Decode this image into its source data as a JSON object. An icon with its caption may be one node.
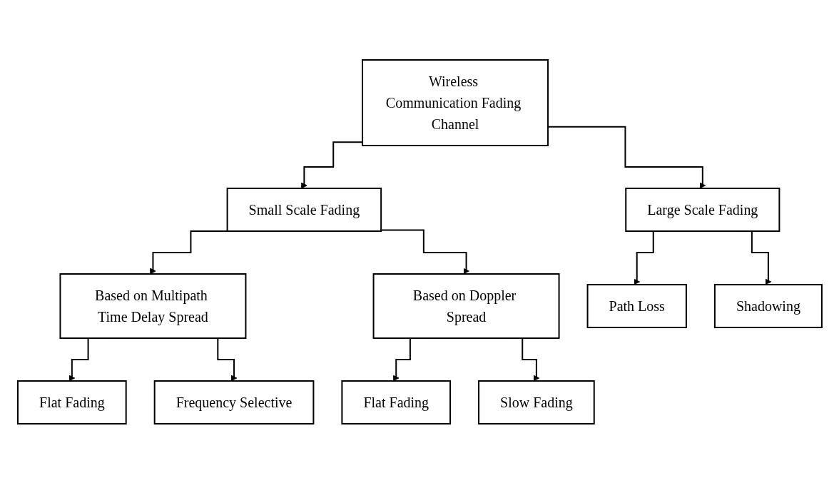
{
  "diagram": {
    "nodes": [
      {
        "text": [
          "Wireless Communication Fading Channel"
        ]
      },
      {
        "text": [
          "Small Scale Fading"
        ]
      },
      {
        "text": [
          "Large Scale Fading"
        ]
      },
      {
        "text": [
          "Based on Multipath Time Delay Spread"
        ]
      },
      {
        "text": [
          "Based on Doppler Spread"
        ]
      },
      {
        "text": [
          "Path Loss"
        ]
      },
      {
        "text": [
          "Shadowing"
        ]
      },
      {
        "text": [
          "Flat Fading"
        ]
      },
      {
        "text": [
          "Frequency Selective"
        ]
      },
      {
        "text": [
          "Flat Fading"
        ]
      },
      {
        "text": [
          "Slow Fading"
        ]
      }
    ],
    "edges": [
      {
        "from": 0,
        "to": 1,
        "arrow": "to"
      },
      {
        "from": 0,
        "to": 2,
        "arrow": "to"
      },
      {
        "from": 1,
        "to": 3,
        "arrow": "to"
      },
      {
        "from": 1,
        "to": 4,
        "arrow": "to"
      },
      {
        "from": 2,
        "to": 5,
        "arrow": "to"
      },
      {
        "from": 2,
        "to": 6,
        "arrow": "to"
      },
      {
        "from": 3,
        "to": 7,
        "arrow": "to"
      },
      {
        "from": 3,
        "to": 8,
        "arrow": "to"
      },
      {
        "from": 4,
        "to": 9,
        "arrow": "to"
      },
      {
        "from": 4,
        "to": 10,
        "arrow": "to"
      }
    ]
  }
}
